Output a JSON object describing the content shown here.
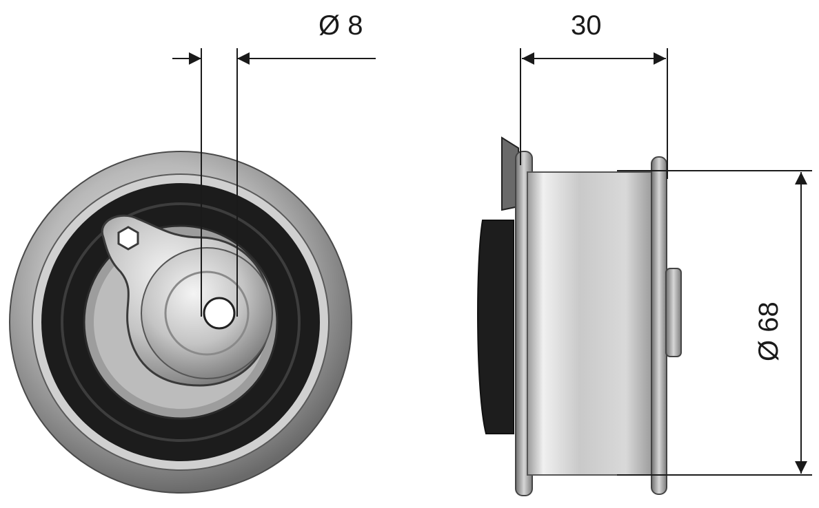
{
  "dimensions": {
    "bore_diameter": "Ø 8",
    "width": "30",
    "outer_diameter": "Ø 68"
  },
  "colors": {
    "line": "#1a1a1a",
    "steel_light": "#e4e4e4",
    "steel_mid": "#a9a9a9",
    "steel_dark": "#5c5c5c",
    "rubber": "#1b1b1b"
  }
}
